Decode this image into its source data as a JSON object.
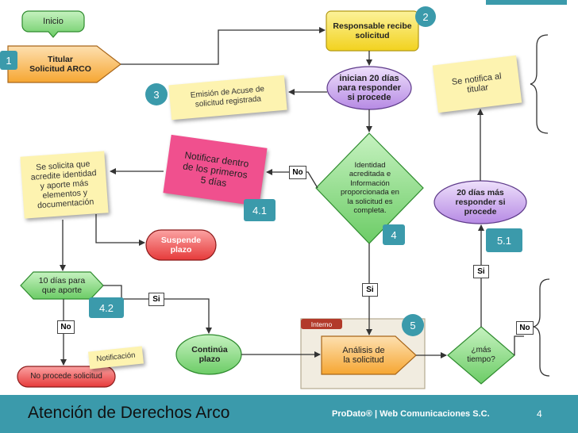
{
  "nodes": {
    "inicio": "Inicio",
    "titular": "Titular\nSolicitud ARCO",
    "responsable": "Responsable recibe\nsolicitud",
    "inician": "inician 20 días\npara responder\nsi procede",
    "emision": "Emisión de Acuse de\nsolicitud registrada",
    "identidad": "Identidad\nacreditada e\nInformación\nproporcionada en\nla solicitud es\ncompleta.",
    "notificar": "Notificar dentro\nde los primeros\n5 días",
    "solicita": "Se solicita que\nacredite identidad\ny aporte más\nelementos y\ndocumentación",
    "suspende": "Suspende\nplazo",
    "diez_dias": "10 días para\nque aporte",
    "no_procede": "No procede solicitud",
    "notificacion": "Notificación",
    "continua": "Continúa\nplazo",
    "interno": "Interno",
    "analisis": "Análisis de\nla solicitud",
    "mas_tiempo": "¿más\ntiempo?",
    "veinte_mas": "20 días más\nresponder si\nprocede",
    "notifica_titular": "Se notifica al\ntitular"
  },
  "edge_labels": {
    "no_identidad": "No",
    "si_identidad": "Si",
    "si_diez": "Si",
    "no_diez": "No",
    "si_tiempo": "Si",
    "no_tiempo": "No"
  },
  "badges": [
    "1",
    "2",
    "3",
    "4.1",
    "4",
    "4.2",
    "5",
    "5.1"
  ],
  "footer": {
    "title": "Atención de Derechos Arco",
    "credit": "ProDato® | Web Comunicaciones S.C.",
    "page": "4"
  },
  "colors": {
    "accent": "#3b9aab",
    "green": "#8fd88a",
    "orange": "#f8b34f",
    "yellow": "#f5dd3c",
    "purple": "#c9a5ec",
    "red": "#ef5050",
    "note_yellow": "#fdf3b0",
    "note_pink": "#f0508e"
  }
}
